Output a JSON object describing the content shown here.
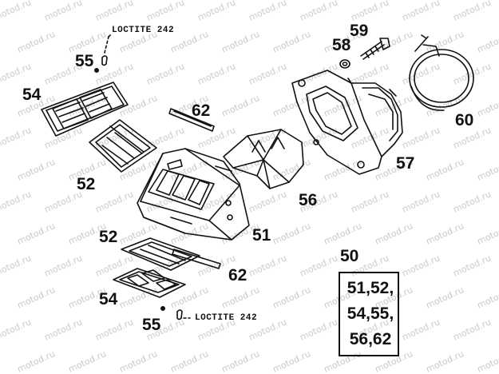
{
  "watermark": "motod.ru",
  "callouts": {
    "p50": "50",
    "p51": "51",
    "p52_top": "52",
    "p52_bottom": "52",
    "p54_top": "54",
    "p54_bottom": "54",
    "p55_top": "55",
    "p55_bottom": "55",
    "p56": "56",
    "p57": "57",
    "p58": "58",
    "p59": "59",
    "p60": "60",
    "p62_top": "62",
    "p62_bottom": "62"
  },
  "loctite_top": "LOCTITE 242",
  "loctite_bottom": "LOCTITE 242",
  "kit_contents": [
    "51,52,",
    "54,55,",
    "56,62"
  ],
  "colors": {
    "ink": "#111111",
    "watermark": "#c9c9c9",
    "background": "#ffffff"
  }
}
